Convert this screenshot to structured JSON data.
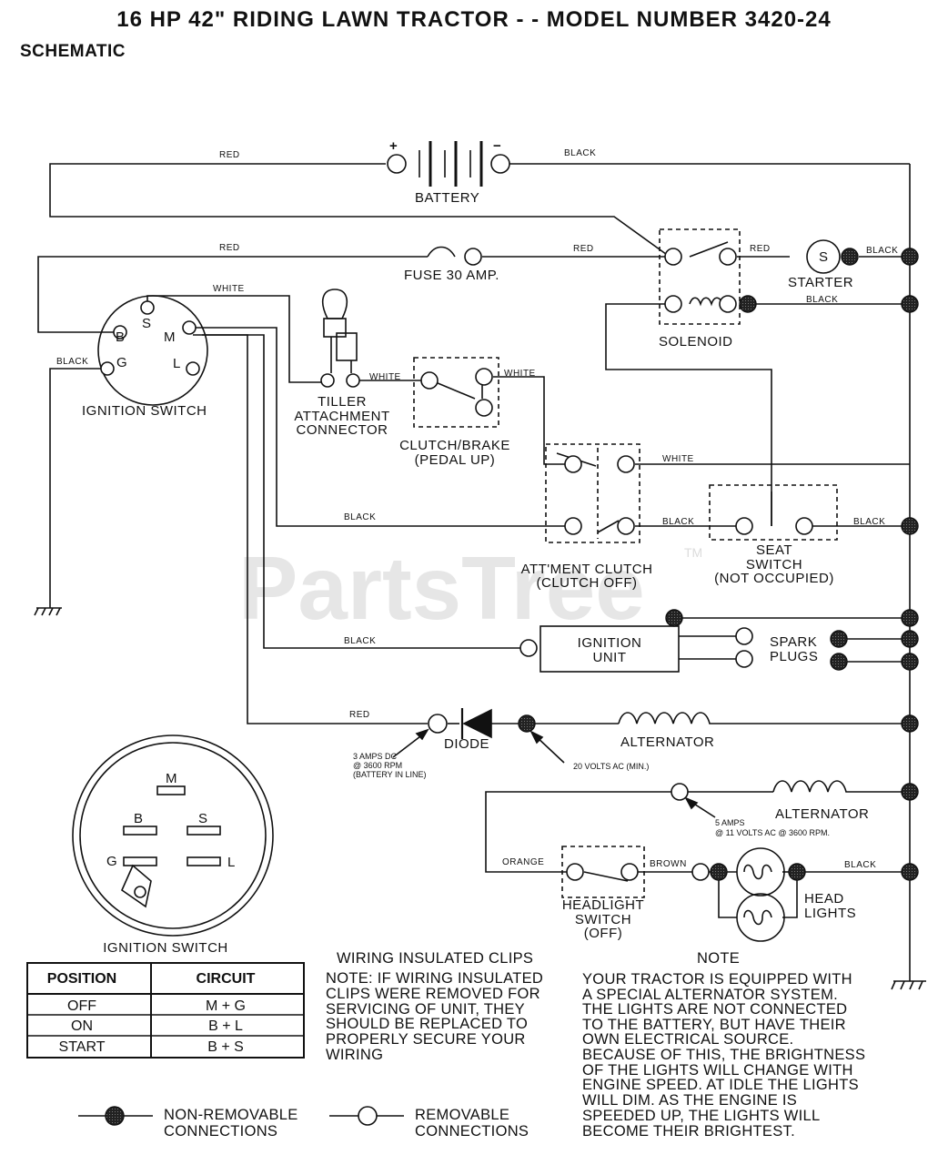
{
  "header": {
    "title": "16 HP 42\" RIDING LAWN TRACTOR - - MODEL NUMBER 3420-24",
    "subtitle": "SCHEMATIC"
  },
  "components": {
    "battery": "BATTERY",
    "battery_plus": "+",
    "battery_minus": "−",
    "fuse": "FUSE 30 AMP.",
    "starter": "STARTER",
    "starter_letter": "S",
    "solenoid": "SOLENOID",
    "ignition_switch": "IGNITION SWITCH",
    "tiller": [
      "TILLER",
      "ATTACHMENT",
      "CONNECTOR"
    ],
    "clutch_brake": [
      "CLUTCH/BRAKE",
      "(PEDAL UP)"
    ],
    "attment_clutch": [
      "ATT'MENT CLUTCH",
      "(CLUTCH OFF)"
    ],
    "seat_switch": [
      "SEAT",
      "SWITCH",
      "(NOT OCCUPIED)"
    ],
    "ignition_unit": [
      "IGNITION",
      "UNIT"
    ],
    "spark_plugs": [
      "SPARK",
      "PLUGS"
    ],
    "diode": "DIODE",
    "diode_note": [
      "3 AMPS DC",
      "@ 3600 RPM",
      "(BATTERY IN LINE)"
    ],
    "alternator_1": "ALTERNATOR",
    "alternator_1_note": "20 VOLTS AC (MIN.)",
    "alternator_2": "ALTERNATOR",
    "alternator_2_note": [
      "5 AMPS",
      "@ 11 VOLTS AC @ 3600 RPM."
    ],
    "headlight_switch": [
      "HEADLIGHT",
      "SWITCH",
      "(OFF)"
    ],
    "head_lights": [
      "HEAD",
      "LIGHTS"
    ],
    "switch_terminals": {
      "B": "B",
      "S": "S",
      "M": "M",
      "G": "G",
      "L": "L"
    }
  },
  "wire_colors": {
    "red": "RED",
    "black": "BLACK",
    "white": "WHITE",
    "orange": "ORANGE",
    "brown": "BROWN"
  },
  "ignition_detail": {
    "title": "IGNITION SWITCH",
    "terminals": {
      "M": "M",
      "B": "B",
      "S": "S",
      "G": "G",
      "L": "L"
    },
    "table": {
      "headers": [
        "POSITION",
        "CIRCUIT"
      ],
      "rows": [
        [
          "OFF",
          "M + G"
        ],
        [
          "ON",
          "B + L"
        ],
        [
          "START",
          "B + S"
        ]
      ]
    }
  },
  "clips_note": {
    "title": "WIRING INSULATED CLIPS",
    "lines": [
      "NOTE: IF WIRING INSULATED",
      "CLIPS WERE REMOVED FOR",
      "SERVICING OF UNIT, THEY",
      "SHOULD BE REPLACED TO",
      "PROPERLY SECURE YOUR",
      "WIRING"
    ]
  },
  "alt_note": {
    "title": "NOTE",
    "lines": [
      "YOUR TRACTOR IS EQUIPPED WITH",
      "A SPECIAL ALTERNATOR SYSTEM.",
      "THE LIGHTS ARE NOT CONNECTED",
      "TO  THE BATTERY, BUT HAVE THEIR",
      "OWN ELECTRICAL SOURCE.",
      "BECAUSE OF THIS, THE BRIGHTNESS",
      "OF THE LIGHTS WILL CHANGE WITH",
      "ENGINE SPEED.  AT IDLE THE LIGHTS",
      "WILL DIM.  AS THE ENGINE IS",
      "SPEEDED UP, THE LIGHTS WILL",
      "BECOME THEIR BRIGHTEST."
    ]
  },
  "legend": {
    "non_removable": [
      "NON-REMOVABLE",
      "CONNECTIONS"
    ],
    "removable": [
      "REMOVABLE",
      "CONNECTIONS"
    ]
  },
  "watermark": {
    "text": "PartsTree",
    "tm": "TM"
  }
}
